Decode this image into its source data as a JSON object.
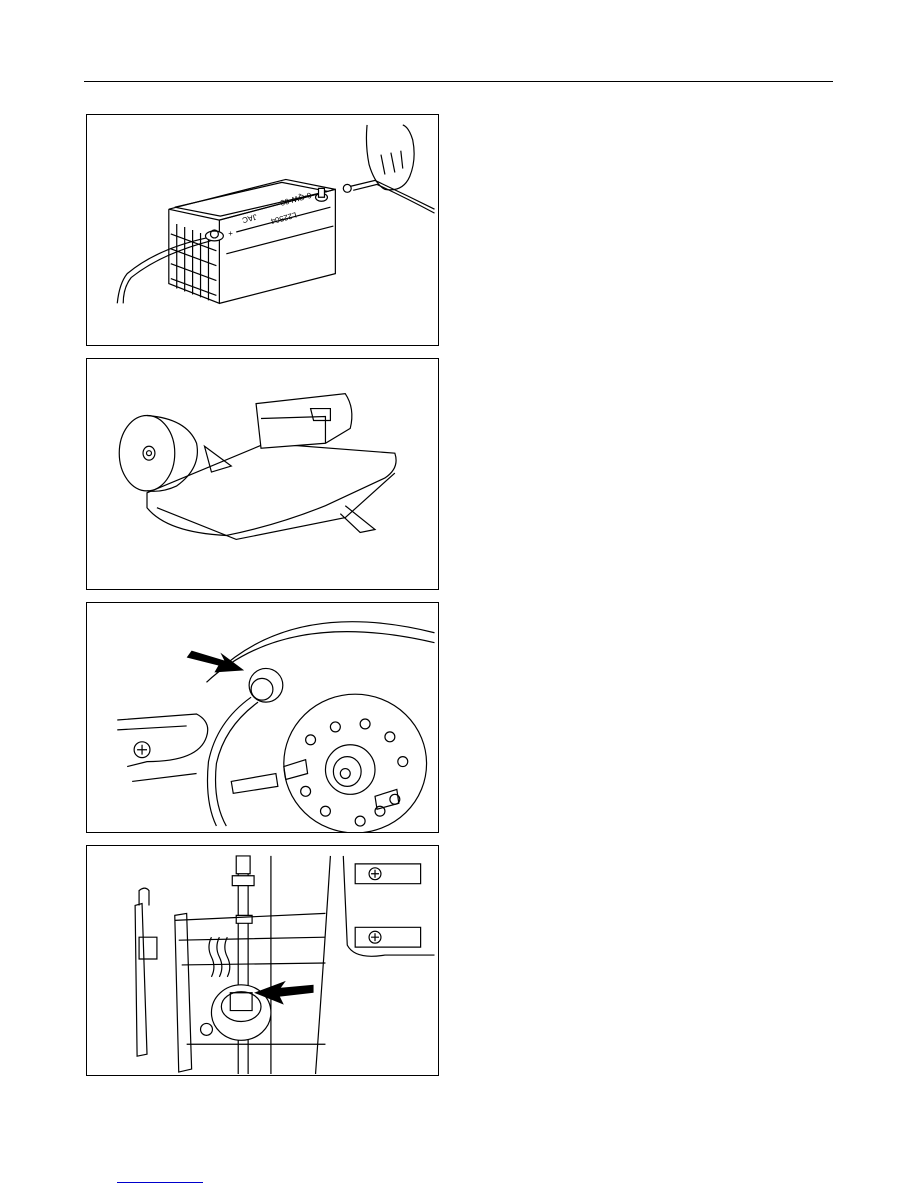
{
  "figures": [
    {
      "battery": {
        "brand": "JAC",
        "model_code": "6-QW-90",
        "part_number": "L22504",
        "positive_terminal_mark": "+"
      }
    },
    {},
    {},
    {}
  ]
}
